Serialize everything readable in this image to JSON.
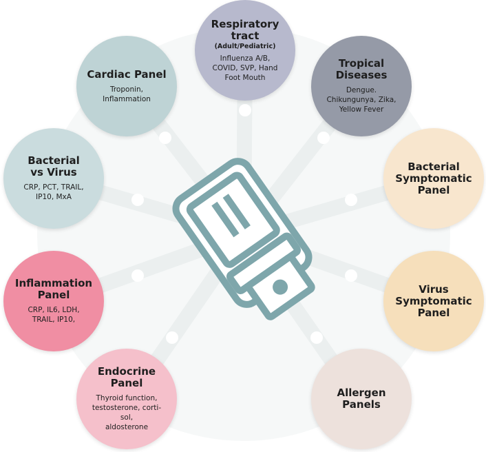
{
  "colors": {
    "device_stroke": "#7ea6ab",
    "spokes": "#eef1f1",
    "text": "#1e1e1e"
  },
  "center": {
    "icon": "test-cartridge-icon"
  },
  "panels": {
    "respiratory": {
      "title": "Respiratory\ntract",
      "subtitle": "(Adult/Pediatric)",
      "desc": "Influenza A/B,\nCOVID, SVP, Hand\nFoot Mouth",
      "color": "#b7b9cd"
    },
    "cardiac": {
      "title": "Cardiac Panel",
      "desc": "Troponin,\nInflammation",
      "color": "#bed3d5"
    },
    "tropical": {
      "title": "Tropical\nDiseases",
      "desc": "Dengue.\nChikungunya, Zika,\nYellow Fever",
      "color": "#959aa7"
    },
    "bacterial_vs_virus": {
      "title": "Bacterial\nvs Virus",
      "desc": "CRP, PCT, TRAIL,\nIP10, MxA",
      "color": "#cadcde"
    },
    "bacterial_symptomatic": {
      "title": "Bacterial\nSymptomatic\nPanel",
      "color": "#f8e6ce"
    },
    "inflammation": {
      "title": "Inflammation\nPanel",
      "desc": "CRP, IL6, LDH,\nTRAIL, IP10,",
      "color": "#f08ea3"
    },
    "virus_symptomatic": {
      "title": "Virus\nSymptomatic\nPanel",
      "color": "#f6dfbb"
    },
    "endocrine": {
      "title": "Endocrine\nPanel",
      "desc": "Thyroid function,\ntestosterone, corti-\nsol,\naldosterone",
      "color": "#f5c0cb"
    },
    "allergen": {
      "title": "Allergen\nPanels",
      "color": "#ede1dc"
    }
  }
}
